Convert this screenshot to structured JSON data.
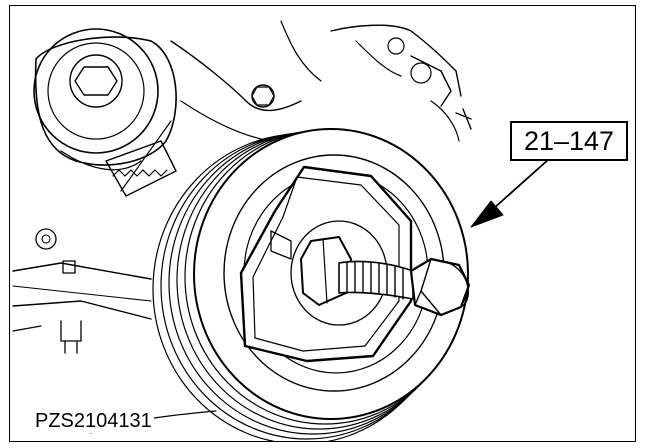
{
  "figure": {
    "tool_callout": "21–147",
    "figure_id": "PZS2104131",
    "icons": [
      "crankshaft-pulley",
      "pulley-holder-tool",
      "center-bolt",
      "pointer-arrow"
    ]
  }
}
